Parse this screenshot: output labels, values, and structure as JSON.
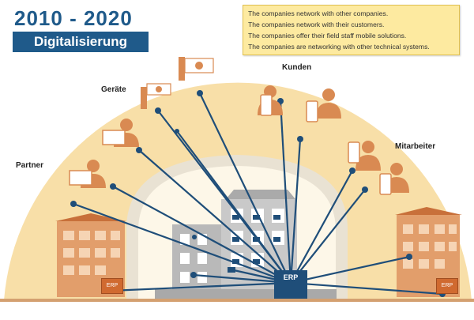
{
  "header": {
    "years": "2010 - 2020",
    "subtitle": "Digitalisierung"
  },
  "notes": [
    "The companies network with other companies.",
    "The companies network with their customers.",
    "The companies offer their field staff mobile solutions.",
    "The companies are networking with other technical systems."
  ],
  "labels": {
    "kunden": "Kunden",
    "geraete": "Geräte",
    "partner": "Partner",
    "mitarbeiter": "Mitarbeiter"
  },
  "erp": {
    "main": "ERP",
    "left": "ERP",
    "right": "ERP"
  },
  "colors": {
    "dome": "#f8dfa8",
    "inner_dome": "#fdf7e8",
    "brand_blue": "#1f5a8a",
    "orange": "#d9824a",
    "line": "#1f4e79"
  }
}
